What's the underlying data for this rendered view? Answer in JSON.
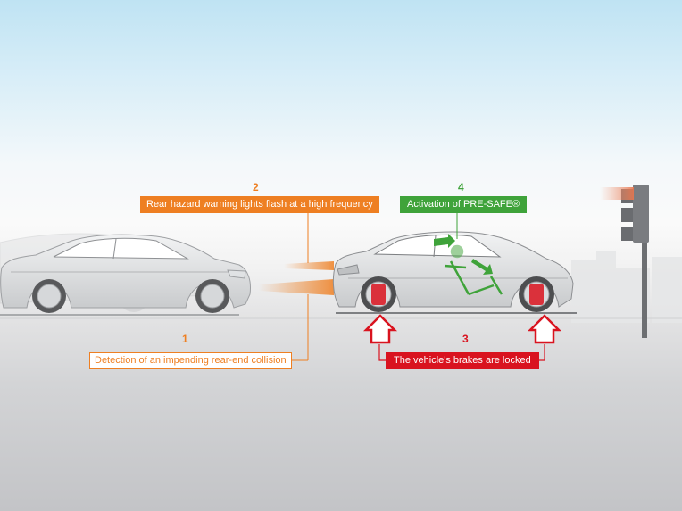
{
  "steps": [
    {
      "number": "1",
      "label": "Detection of an impending rear-end collision"
    },
    {
      "number": "2",
      "label": "Rear hazard warning lights flash at a high frequency"
    },
    {
      "number": "3",
      "label": "The vehicle's brakes are locked"
    },
    {
      "number": "4",
      "label": "Activation of PRE-SAFE®"
    }
  ],
  "colors": {
    "orange": "#ee7f22",
    "green": "#3fa33a",
    "red": "#d9131f"
  }
}
